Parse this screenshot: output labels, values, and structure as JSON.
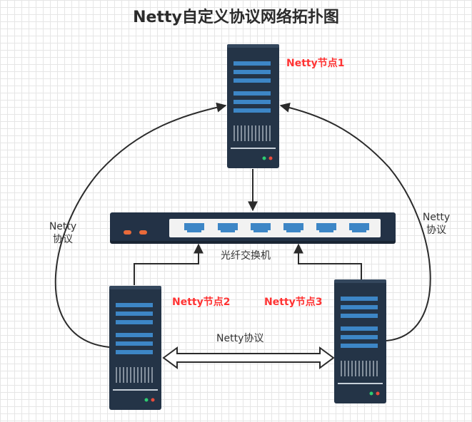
{
  "title": "Netty自定义协议网络拓扑图",
  "nodes": {
    "node1": {
      "label": "Netty节点1"
    },
    "node2": {
      "label": "Netty节点2"
    },
    "node3": {
      "label": "Netty节点3"
    }
  },
  "switch": {
    "label": "光纤交换机"
  },
  "links": {
    "left": {
      "line1": "Netty",
      "line2": "协议"
    },
    "right": {
      "line1": "Netty",
      "line2": "协议"
    },
    "bottom": {
      "label": "Netty协议"
    }
  },
  "colors": {
    "server_body": "#243447",
    "server_slot": "#3d86c6",
    "switch_body": "#233246",
    "switch_port_panel": "#f2f2f2",
    "port": "#3d86c6",
    "led_orange": "#e86a3a",
    "led_green": "#2ecc71",
    "led_red": "#e74c3c",
    "node_label": "#ff3333",
    "line": "#2b2b2b"
  }
}
